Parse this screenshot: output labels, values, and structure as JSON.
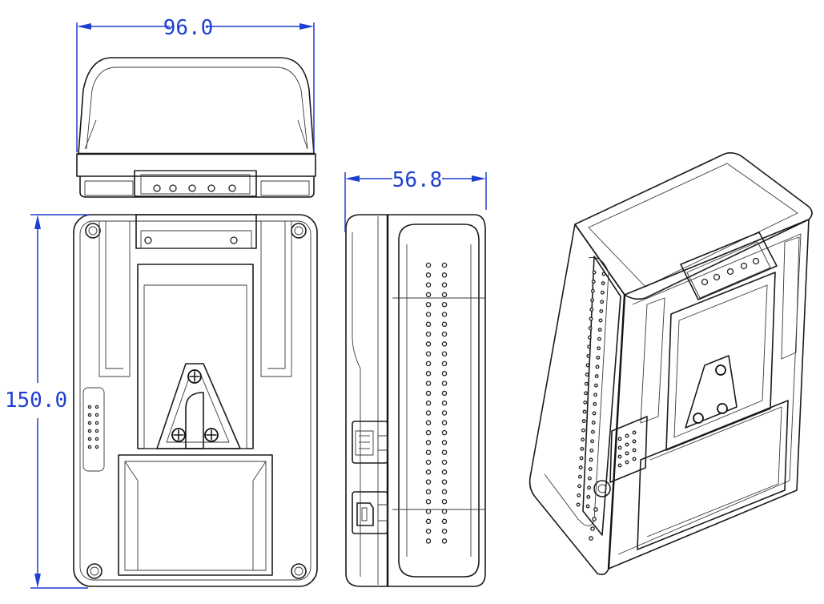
{
  "dimensions": {
    "width": "96.0",
    "depth": "56.8",
    "height": "150.0"
  },
  "colors": {
    "dimension": "#1e3fd0",
    "outline": "#1a1a1a",
    "background": "#ffffff"
  }
}
